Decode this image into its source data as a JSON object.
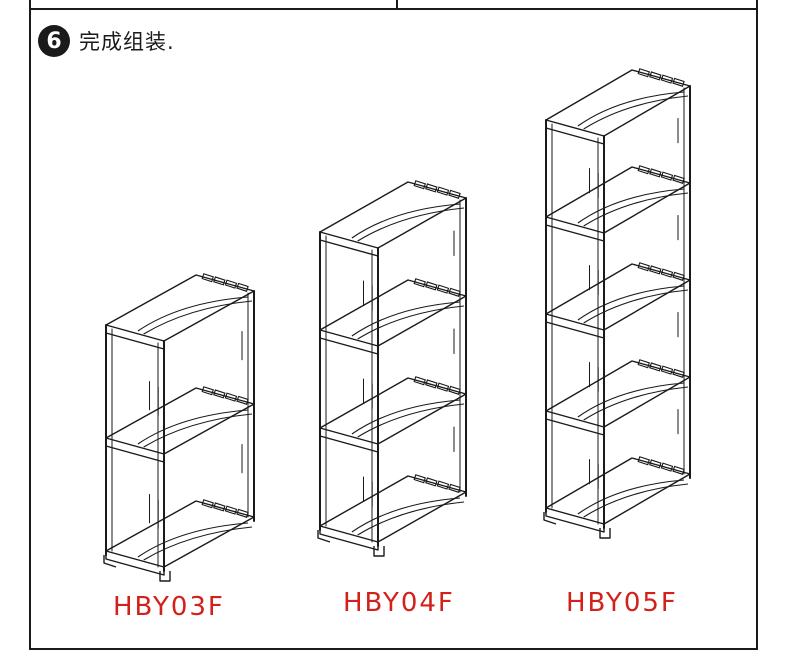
{
  "step": {
    "number": "6",
    "title": "完成组装."
  },
  "products": [
    {
      "model": "HBY03F",
      "tiers": 2
    },
    {
      "model": "HBY04F",
      "tiers": 3
    },
    {
      "model": "HBY05F",
      "tiers": 4
    }
  ],
  "colors": {
    "label": "#d2201a",
    "line": "#1a1a1a"
  }
}
